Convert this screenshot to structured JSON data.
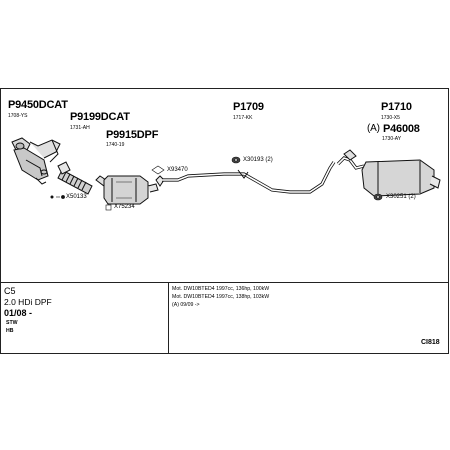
{
  "parts": {
    "p9450": {
      "code": "P9450DCAT",
      "ref": "1708-YS"
    },
    "p9199": {
      "code": "P9199DCAT",
      "ref": "1731-AH"
    },
    "p9915": {
      "code": "P9915DPF",
      "ref": "1740-19"
    },
    "p1709": {
      "code": "P1709",
      "ref": "1717-KK"
    },
    "p1710": {
      "code": "P1710",
      "ref": "1730-X5"
    },
    "p46008": {
      "prefix": "(A)",
      "code": "P46008",
      "ref": "1730-AY"
    }
  },
  "fittings": {
    "x93470": "X93470",
    "x30193": "X30193 (2)",
    "x50133": "X50133",
    "x75234": "X75234",
    "x30251": "X30251 (2)"
  },
  "vehicle": {
    "model": "C5",
    "engine": "2.0 HDi DPF",
    "date": "01/08 -",
    "body1": "STW",
    "body2": "HB"
  },
  "notes": [
    "Mot. DW10BTED4 1997cc, 136hp, 100kW",
    "Mot. DW10BTED4 1997cc, 138hp, 103kW",
    "(A) 09/09 ->"
  ],
  "diagram_code": "CI818"
}
